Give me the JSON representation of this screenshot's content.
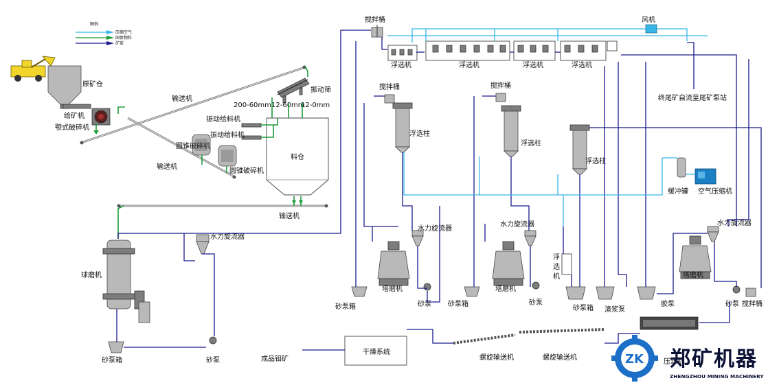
{
  "legend": {
    "title": "图例",
    "items": [
      {
        "label": "压缩空气",
        "color": "#38b6e8"
      },
      {
        "label": "固体物料",
        "color": "#1e9b3a"
      },
      {
        "label": "矿浆",
        "color": "#1a1a8c"
      }
    ]
  },
  "labels": {
    "raw_bin": "原矿仓",
    "feeder": "给矿机",
    "jaw_crusher": "颚式破碎机",
    "conveyor_top": "输送机",
    "conveyor_mid": "输送机",
    "conveyor_bottom": "输送机",
    "vibrating_screen": "振动筛",
    "size_1": "200-60mm",
    "size_2": "12-60mm",
    "size_3": "12-0mm",
    "vib_feeder_1": "振动给料机",
    "vib_feeder_2": "振动给料机",
    "cone_crusher_1": "圆锥破碎机",
    "cone_crusher_2": "圆锥破碎机",
    "material_bin": "料仓",
    "ball_mill": "球磨机",
    "hydrocyclone_1": "水力旋流器",
    "hydrocyclone_2": "水力旋流器",
    "hydrocyclone_3": "水力旋流器",
    "hydrocyclone_4": "水力旋流器",
    "sand_box_1": "砂泵箱",
    "sand_pump_1": "砂泵",
    "sand_box_2": "砂泵箱",
    "sand_pump_2": "砂泵",
    "sand_box_3": "砂泵箱",
    "sand_pump_3": "砂泵",
    "sand_box_4": "砂泵箱",
    "sand_pump_4": "砂泵",
    "tower_mill_1": "塔磨机",
    "tower_mill_2": "塔磨机",
    "tower_mill_3": "塔磨机",
    "agitator_1": "搅拌桶",
    "agitator_2": "搅拌桶",
    "agitator_3": "搅拌桶",
    "agitator_4": "搅拌桶",
    "blower": "风机",
    "flotation_1": "浮选机",
    "flotation_2": "浮选机",
    "flotation_3": "浮选机",
    "flotation_4": "浮选机",
    "flotation_small": "浮选机",
    "column_1": "浮选柱",
    "column_2": "浮选柱",
    "column_3": "浮选柱",
    "tailings": "终尾矿自流至尾矿泵站",
    "buffer_tank": "缓冲罐",
    "air_compressor": "空气压缩机",
    "slurry_pump": "渣浆泵",
    "rubber_pump": "胶泵",
    "dryer": "干燥系统",
    "product": "成品钼矿",
    "screw_conveyor_1": "螺旋输送机",
    "screw_conveyor_2": "螺旋输送机",
    "filter_press": "压滤机"
  },
  "logo": {
    "mark": "ZK",
    "name": "郑矿机器",
    "subtitle": "ZHENGZHOU MINING MACHINERY"
  }
}
